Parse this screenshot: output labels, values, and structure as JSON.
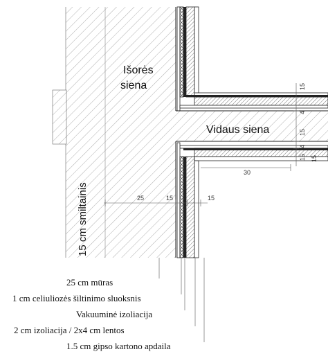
{
  "labels": {
    "outer_wall_line1": "Išorės",
    "outer_wall_line2": "siena",
    "inner_wall": "Vidaus siena",
    "sandstone": "15 cm smiltainis"
  },
  "dimensions": {
    "d25": "25",
    "d15a": "15",
    "d15b": "15",
    "d30": "30",
    "d4": "4",
    "d15c": "15",
    "d15d": "15",
    "d4b": "4",
    "d15e": "15",
    "d15f": "15"
  },
  "callouts": [
    "25 cm mūras",
    "1 cm celiuliozės šiltinimo sluoksnis",
    "Vakuuminė izoliacija",
    "2 cm izoliacija / 2x4 cm lentos",
    "1.5 cm gipso kartono apdaila"
  ],
  "colors": {
    "line": "#222222",
    "hatch": "#8a8a8a",
    "insulation": "#555555"
  }
}
